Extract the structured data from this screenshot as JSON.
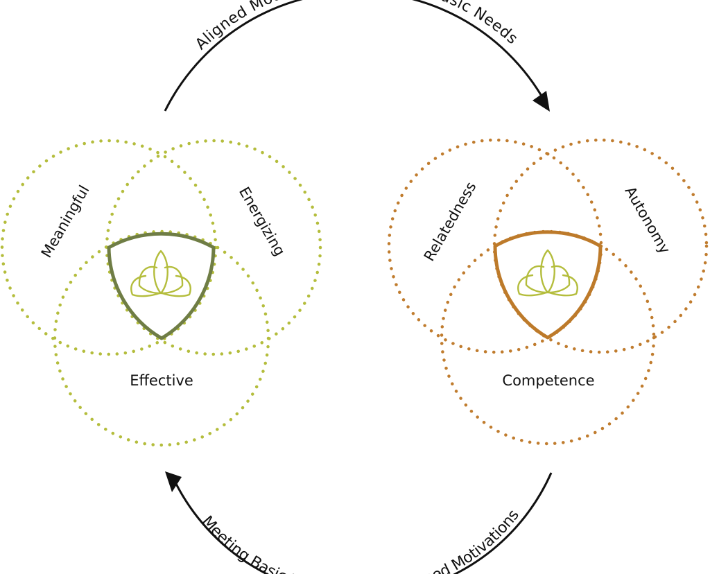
{
  "colors": {
    "green_dots": "#b4bd3c",
    "green_shield": "#6f7d45",
    "lotus": "#b4bd3c",
    "orange_dots": "#c07c2e",
    "orange_shield": "#bd7a2a",
    "arrow": "#111111",
    "text": "#111111"
  },
  "top_arrow": {
    "label": "Aligned Motivations Help Meet Basic Needs"
  },
  "bottom_arrow": {
    "label": "Meeting Basic Needs Inspires Aligned Motivations"
  },
  "left_venn": {
    "circles": [
      "Meaningful",
      "Energizing",
      "Effective"
    ],
    "center_icon": "lotus-icon"
  },
  "right_venn": {
    "circles": [
      "Relatedness",
      "Autonomy",
      "Competence"
    ],
    "center_icon": "lotus-icon"
  }
}
